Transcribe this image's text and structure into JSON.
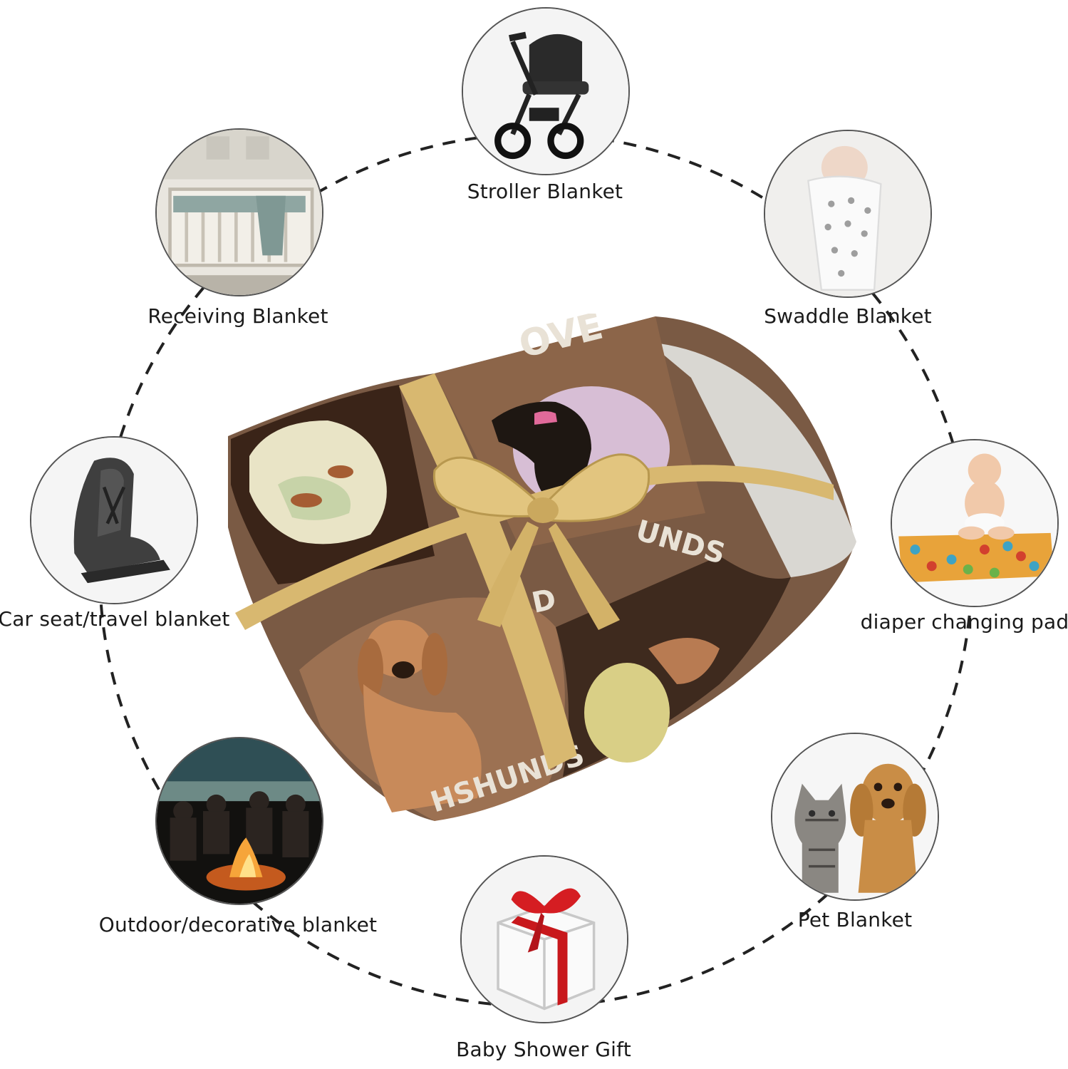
{
  "uses": [
    {
      "id": "stroller",
      "label": "Stroller Blanket",
      "icon": "stroller-icon"
    },
    {
      "id": "receiving",
      "label": "Receiving Blanket",
      "icon": "crib-icon"
    },
    {
      "id": "swaddle",
      "label": "Swaddle Blanket",
      "icon": "swaddled-baby-icon"
    },
    {
      "id": "carseat",
      "label": "Car seat/travel blanket",
      "icon": "car-seat-icon"
    },
    {
      "id": "diaper",
      "label": "diaper changing pad",
      "icon": "baby-on-mat-icon"
    },
    {
      "id": "outdoor",
      "label": "Outdoor/decorative blanket",
      "icon": "campfire-icon"
    },
    {
      "id": "pet",
      "label": "Pet Blanket",
      "icon": "cat-and-dog-icon"
    },
    {
      "id": "gift",
      "label": "Baby Shower Gift",
      "icon": "gift-box-icon"
    }
  ],
  "blanket": {
    "icon": "folded-blanket-with-bow",
    "print_text_top": "OVE",
    "print_text_mid": "UNDS",
    "print_text_low": "D",
    "print_text_bottom": "HSHUNDS"
  },
  "colors": {
    "ring": "#222222",
    "bow": "#d8b870",
    "blanket_brown": "#7a5a44",
    "blanket_dark": "#3a2418"
  }
}
